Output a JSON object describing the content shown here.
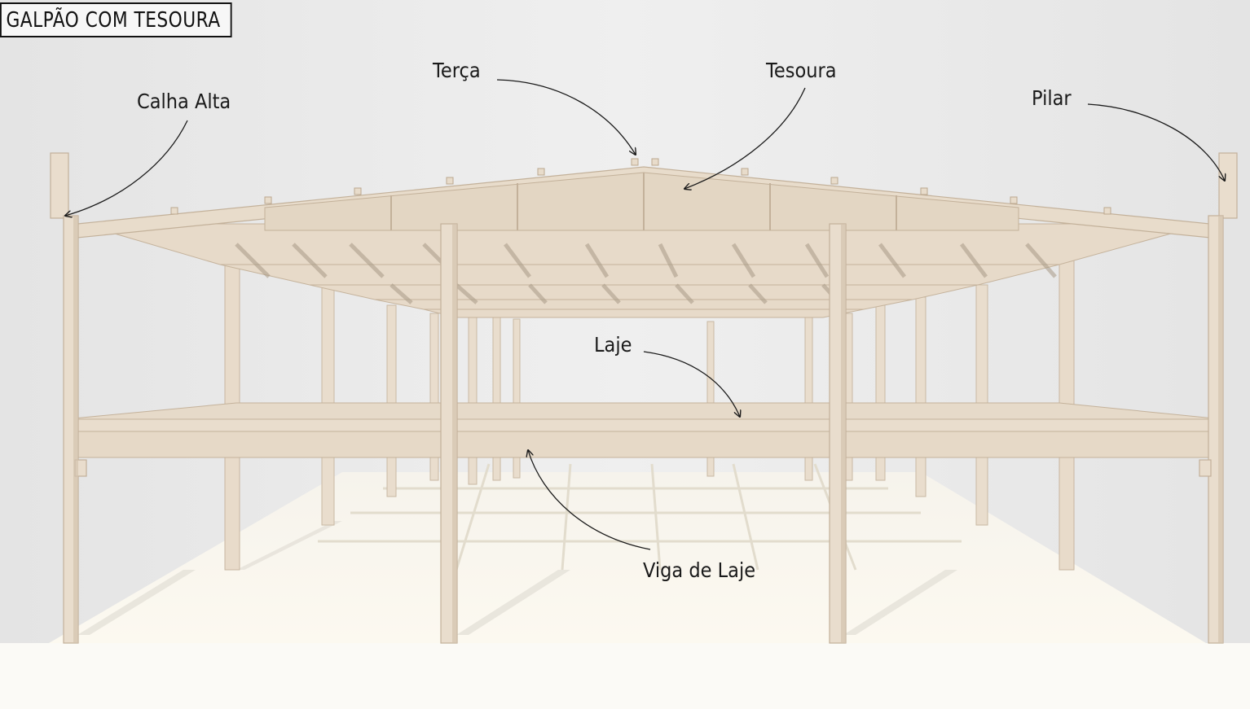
{
  "title": "GALPÃO COM TESOURA",
  "labels": {
    "calha_alta": "Calha Alta",
    "terca": "Terça",
    "tesoura": "Tesoura",
    "pilar": "Pilar",
    "laje": "Laje",
    "viga_de_laje": "Viga de Laje"
  },
  "colors": {
    "background": "#e9e9e9",
    "structure": "#e6d8c6",
    "structure_shade": "#cdbca7",
    "floor": "#fbf8ee",
    "ink": "#1a1a1a"
  }
}
